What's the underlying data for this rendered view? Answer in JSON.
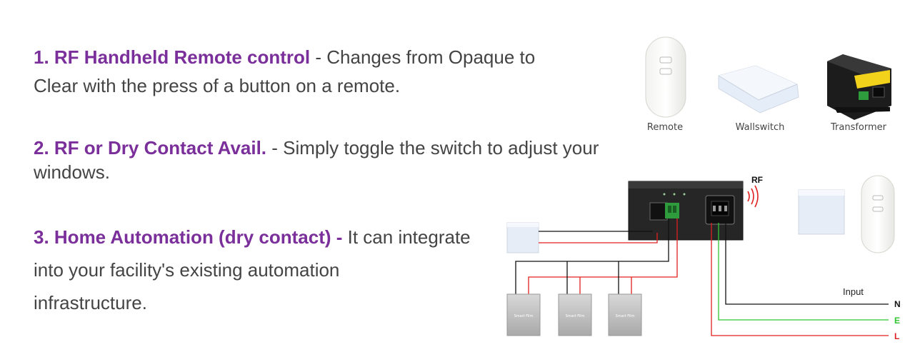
{
  "features": [
    {
      "heading": "1. RF Handheld Remote control",
      "line1": " - Changes from Opaque to",
      "line2": "Clear with the press of a button on a remote."
    },
    {
      "heading": "2. RF or Dry Contact Avail.",
      "line1": " - Simply toggle the switch to adjust your",
      "line2": "windows."
    },
    {
      "heading": "3. Home Automation (dry contact) - ",
      "line1": "It can integrate",
      "line2": "into your facility's existing automation",
      "line3": "infrastructure."
    }
  ],
  "products": {
    "remote": "Remote",
    "wallswitch": "Wallswitch",
    "transformer": "Transformer"
  },
  "diagram": {
    "rf": "RF",
    "input": "Input",
    "terminals": [
      "N",
      "E",
      "L"
    ],
    "film_label": "Smart Film",
    "film_count": 3
  },
  "colors": {
    "heading": "#7a2f9a",
    "body": "#444444",
    "wire_red": "#e02020",
    "wire_green": "#2fc52f",
    "wire_black": "#111111"
  }
}
